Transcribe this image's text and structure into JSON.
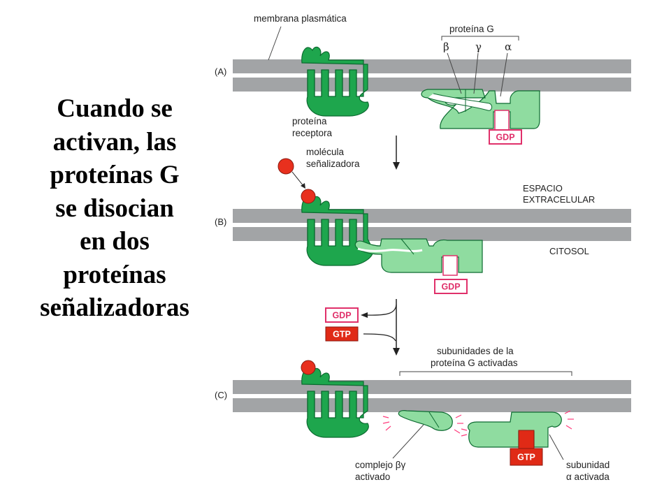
{
  "title_lines": [
    "Cuando se",
    "activan, las",
    "proteínas G",
    "se disocian",
    "en dos",
    "proteínas",
    "señalizadoras"
  ],
  "panels": {
    "a": {
      "label": "(A)"
    },
    "b": {
      "label": "(B)"
    },
    "c": {
      "label": "(C)"
    }
  },
  "labels": {
    "membrane": "membrana plasmática",
    "g_protein": "proteína G",
    "beta": "β",
    "gamma": "γ",
    "alpha": "α",
    "receptor_line1": "proteína",
    "receptor_line2": "receptora",
    "signal_line1": "molécula",
    "signal_line2": "señalizadora",
    "extracellular_line1": "ESPACIO",
    "extracellular_line2": "EXTRACELULAR",
    "cytosol": "CITOSOL",
    "gdp": "GDP",
    "gtp": "GTP",
    "subunits_line1": "subunidades de la",
    "subunits_line2": "proteína G activadas",
    "complex_line1": "complejo βγ",
    "complex_line2": "activado",
    "subunit_alpha_line1": "subunidad",
    "subunit_alpha_line2": "α activada"
  },
  "colors": {
    "membrane": "#a2a4a6",
    "receptor": "#1ea64d",
    "g_protein": "#8fdca0",
    "outline": "#0c6a30",
    "signal_molecule": "#e8301e",
    "gdp_border": "#e0306a",
    "gtp_fill": "#e02a16",
    "ray": "#ff3c7d"
  }
}
